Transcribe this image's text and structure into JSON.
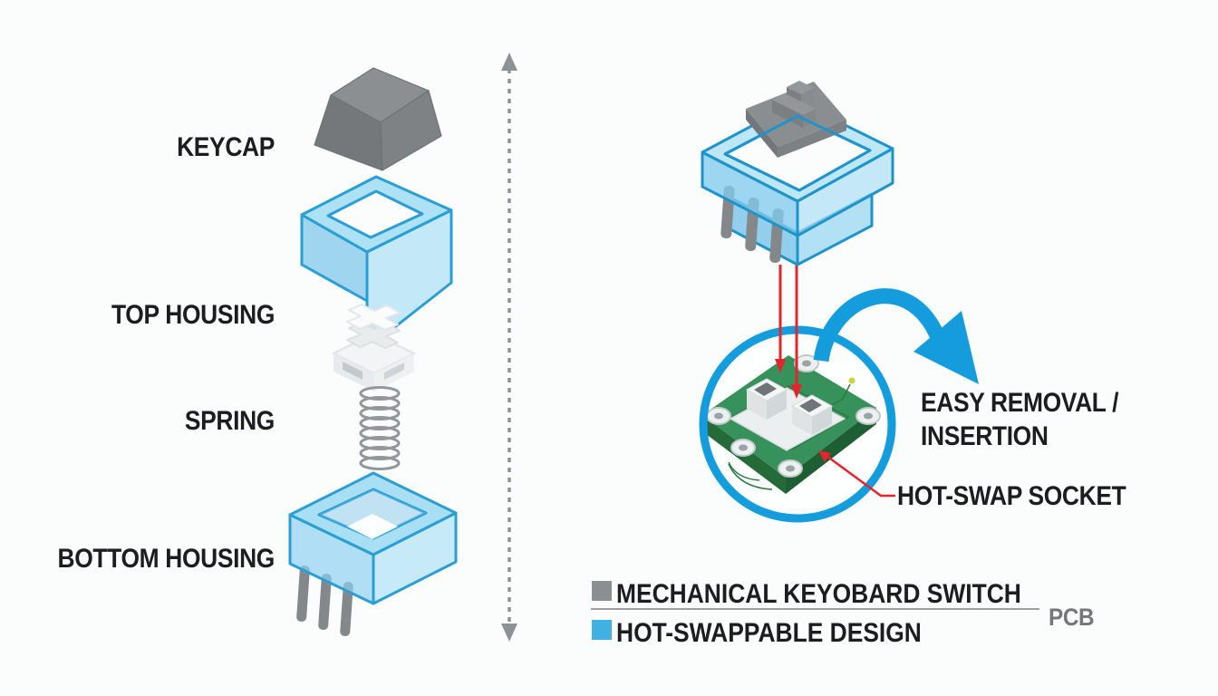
{
  "exploded_view": {
    "labels": [
      {
        "id": "keycap",
        "text": "KEYCAP"
      },
      {
        "id": "top-housing",
        "text": "TOP HOUSING"
      },
      {
        "id": "spring",
        "text": "SPRING"
      },
      {
        "id": "bottom-housing",
        "text": "BOTTOM HOUSING"
      }
    ]
  },
  "hot_swap_view": {
    "easy_removal_line1": "EASY REMOVAL /",
    "easy_removal_line2": "INSERTION",
    "socket_label": "HOT-SWAP SOCKET"
  },
  "legend": {
    "items": [
      {
        "label": "MECHANICAL KEYOBARD SWITCH",
        "swatch_color": "#8b8f92"
      },
      {
        "label": "HOT-SWAPPABLE DESIGN",
        "swatch_color": "#3fb1e3"
      }
    ],
    "pcb_label": "PCB"
  },
  "icons": {
    "exploded_axis": "double-headed-dashed-arrow",
    "swap_motion": "curved-blue-arrow",
    "pin_callouts": "red-down-arrows",
    "socket_callout": "red-pointer-line"
  },
  "colors": {
    "background": "#fbfcfc",
    "text": "#1b1d1e",
    "accent_blue": "#149cdc",
    "part_blue_edge": "#1f94cb",
    "keycap_gray": "#8c8f92",
    "legend_gray": "#8b8f92",
    "legend_blue": "#3fb1e3",
    "pcb_green": "#37915a",
    "callout_red": "#e2262b",
    "muted_gray": "#747679"
  }
}
